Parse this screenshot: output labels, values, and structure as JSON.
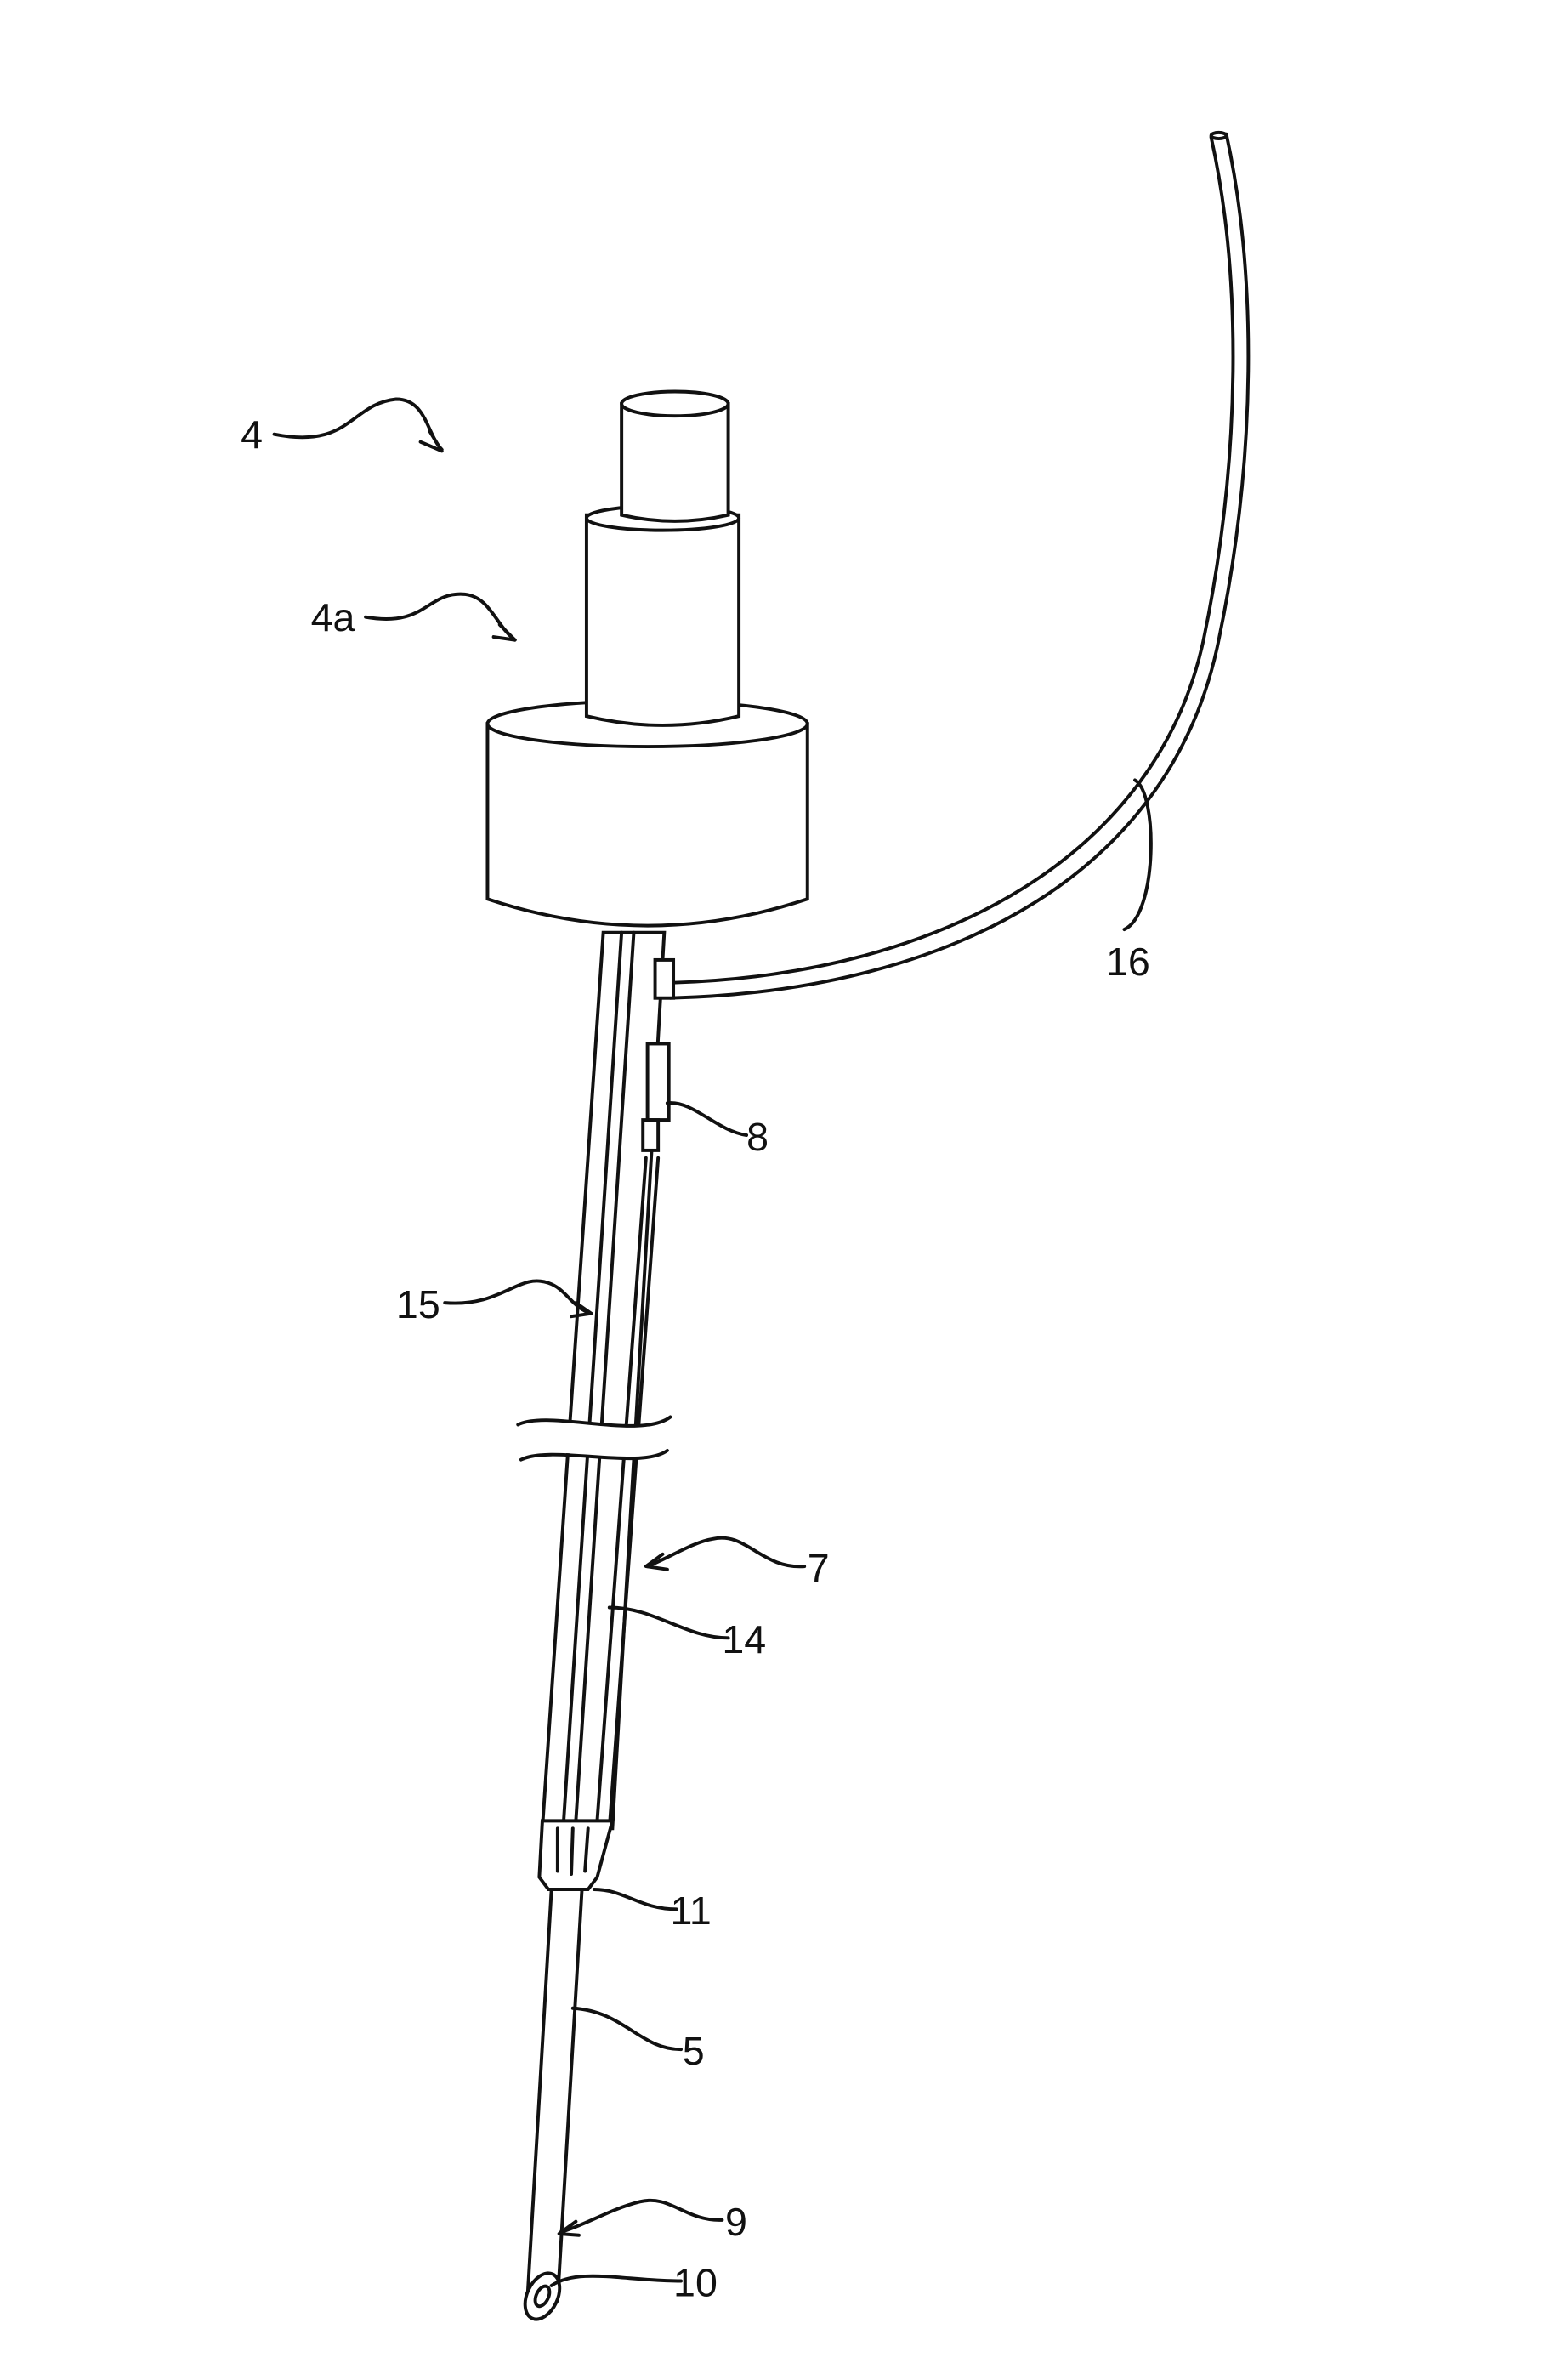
{
  "figure": {
    "reference_labels": {
      "device": "4",
      "hub": "4a",
      "cable": "16",
      "side_element": "8",
      "inner_channel": "15",
      "sheath": "7",
      "lumen": "14",
      "tip_collar": "11",
      "needle": "5",
      "needle_tip": "9",
      "opening": "10"
    }
  }
}
